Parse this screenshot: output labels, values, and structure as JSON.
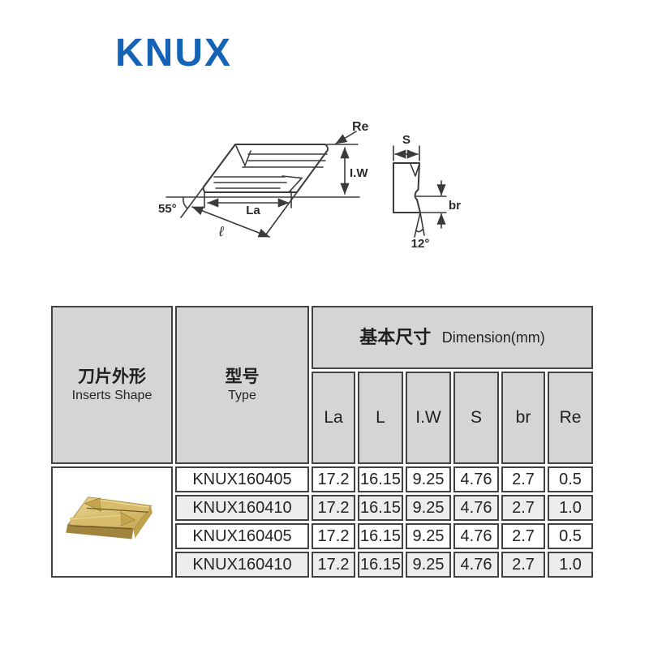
{
  "logo": {
    "text": "KNUX",
    "color": "#1463b7"
  },
  "top_view_diagram": {
    "labels": {
      "corner_radius": "Re",
      "insert_width": "I.W",
      "cutting_length": "La",
      "total_length": "ℓ",
      "angle": "55°"
    }
  },
  "side_view_diagram": {
    "labels": {
      "thickness": "S",
      "edge_height": "br",
      "angle": "12°"
    }
  },
  "table": {
    "header": {
      "inserts_shape_zh": "刀片外形",
      "inserts_shape_en": "Inserts Shape",
      "type_zh": "型号",
      "type_en": "Type",
      "dimension_zh": "基本尺寸",
      "dimension_en": "Dimension(mm)",
      "columns": [
        "La",
        "L",
        "I.W",
        "S",
        "br",
        "Re"
      ]
    },
    "rows": [
      {
        "type": "KNUX160405",
        "values": [
          "17.2",
          "16.15",
          "9.25",
          "4.76",
          "2.7",
          "0.5"
        ]
      },
      {
        "type": "KNUX160410",
        "values": [
          "17.2",
          "16.15",
          "9.25",
          "4.76",
          "2.7",
          "1.0"
        ]
      },
      {
        "type": "KNUX160405",
        "values": [
          "17.2",
          "16.15",
          "9.25",
          "4.76",
          "2.7",
          "0.5"
        ]
      },
      {
        "type": "KNUX160410",
        "values": [
          "17.2",
          "16.15",
          "9.25",
          "4.76",
          "2.7",
          "1.0"
        ]
      }
    ]
  },
  "colors": {
    "accent_blue": "#1463b7",
    "header_bg": "#d5d5d5",
    "row_alt_bg": "#ededed",
    "table_border": "#424242",
    "line_art": "#3a3a3a",
    "gold_light": "#e8d28c",
    "gold_mid": "#d8bc6b",
    "gold_dark": "#ad8d45"
  }
}
